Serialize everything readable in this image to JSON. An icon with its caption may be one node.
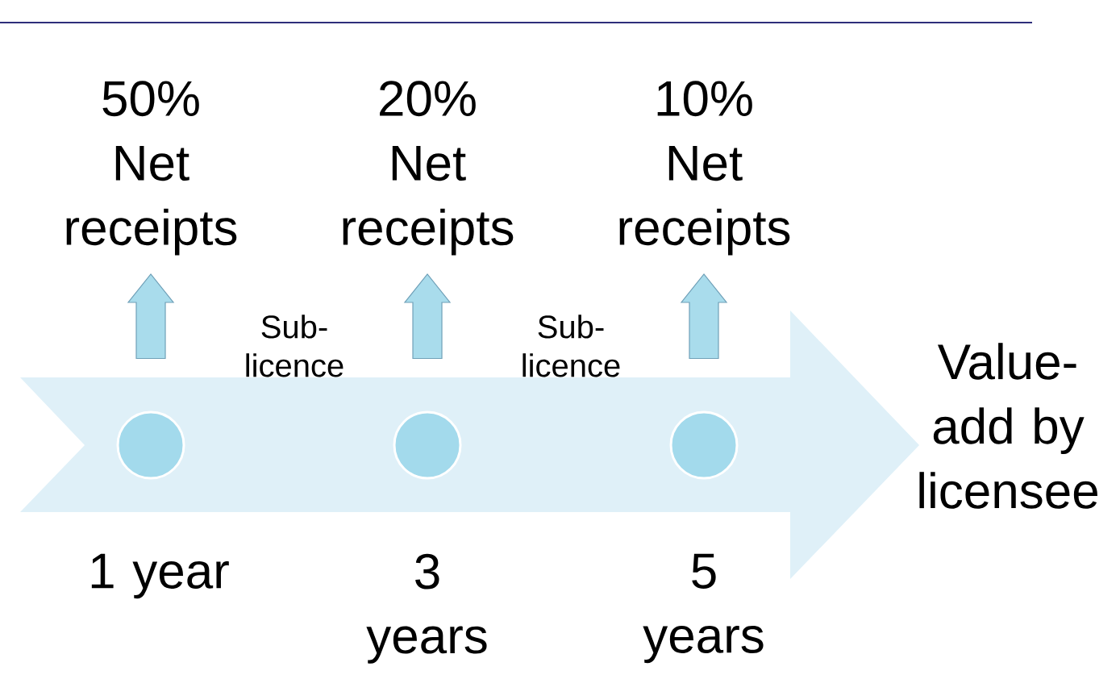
{
  "diagram": {
    "nodes": [
      {
        "text": [],
        "shape": "arrow"
      },
      {
        "text": [],
        "shape": "circle",
        "in": 0,
        "beside": [
          "1 year"
        ]
      },
      {
        "text": [],
        "shape": "circle",
        "in": 0,
        "beside": [
          "3 years"
        ]
      },
      {
        "text": [],
        "shape": "circle",
        "in": 0,
        "beside": [
          "5 years"
        ]
      },
      {
        "text": [
          "50% Net receipts"
        ]
      },
      {
        "text": [
          "20% Net receipts"
        ]
      },
      {
        "text": [
          "10% Net receipts"
        ]
      }
    ],
    "edges": [
      {
        "from": 1,
        "to": 4,
        "arrow": "to"
      },
      {
        "from": 2,
        "to": 5,
        "arrow": "to"
      },
      {
        "from": 3,
        "to": 6,
        "arrow": "to"
      }
    ],
    "labels": [
      "Sub-licence",
      "Sub-licence",
      "Value-add by licensee"
    ]
  }
}
